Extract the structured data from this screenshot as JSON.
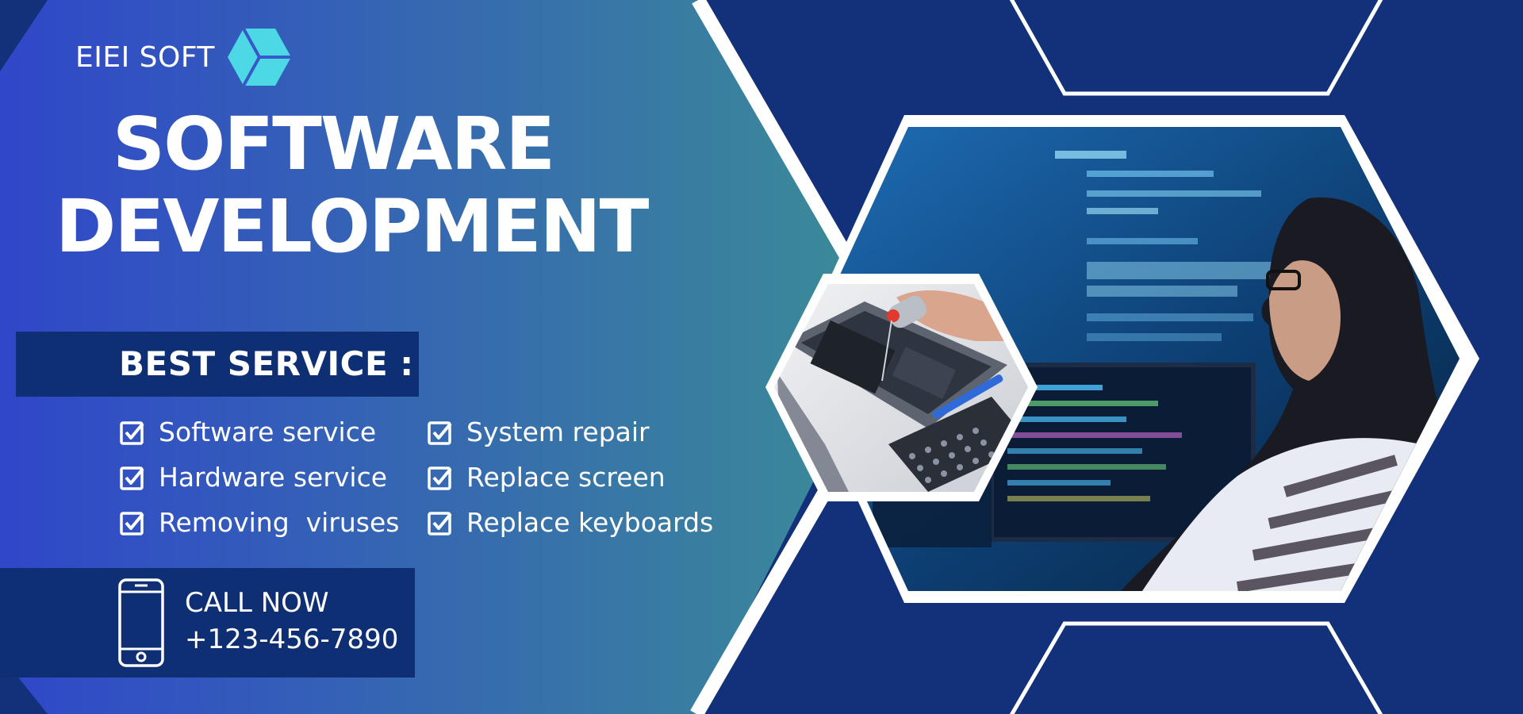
{
  "brand": {
    "name": "EIEI SOFT",
    "logo_icon": "cube-icon"
  },
  "hero": {
    "title_line1": "SOFTWARE",
    "title_line2": "DEVELOPMENT"
  },
  "services": {
    "heading": "BEST SERVICE :",
    "items": [
      "Software service",
      "Hardware service",
      "Removing  viruses",
      "System repair",
      "Replace screen",
      "Replace keyboards"
    ],
    "item_icon": "checkbox-checked-icon"
  },
  "contact": {
    "label": "CALL NOW",
    "phone": "+123-456-7890",
    "icon": "smartphone-icon"
  },
  "colors": {
    "gradient_start": "#3047c9",
    "gradient_end": "#3b8a98",
    "navy": "#13307a",
    "band": "#0f2f74",
    "logo_cyan": "#4dd8e6",
    "white": "#ffffff"
  },
  "images": {
    "small_hexagon": "photo of a technician repairing an open laptop with a spray can and screwdriver set",
    "large_hexagon": "photo of a woman with glasses looking at monitors displaying code"
  }
}
